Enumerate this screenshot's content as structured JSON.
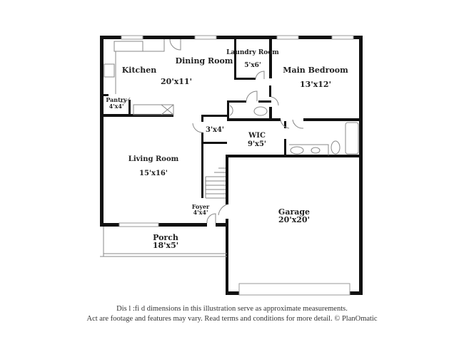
{
  "rooms": {
    "kitchen": {
      "name": "Kitchen"
    },
    "dining": {
      "name": "Dining Room",
      "dims": "20'x11'"
    },
    "laundry": {
      "name": "Laundry Room",
      "dims": "5'x6'"
    },
    "main_bedroom": {
      "name": "Main Bedroom",
      "dims": "13'x12'"
    },
    "pantry": {
      "name": "Pantry",
      "dims": "4'x4'"
    },
    "closet": {
      "dims": "3'x4'"
    },
    "wic": {
      "name": "WIC",
      "dims": "9'x5'"
    },
    "living": {
      "name": "Living Room",
      "dims": "15'x16'"
    },
    "foyer": {
      "name": "Foyer",
      "dims": "4'x4'"
    },
    "garage": {
      "name": "Garage",
      "dims": "20'x20'"
    },
    "porch": {
      "name": "Porch",
      "dims": "18'x5'"
    }
  },
  "disclaimer": {
    "line1": "Dis   l  :fi          d dimensions in this illustration serve as approximate measurements.",
    "line2": "Act    are footage and features may vary. Read terms and conditions for more detail. © PlanOmatic"
  }
}
